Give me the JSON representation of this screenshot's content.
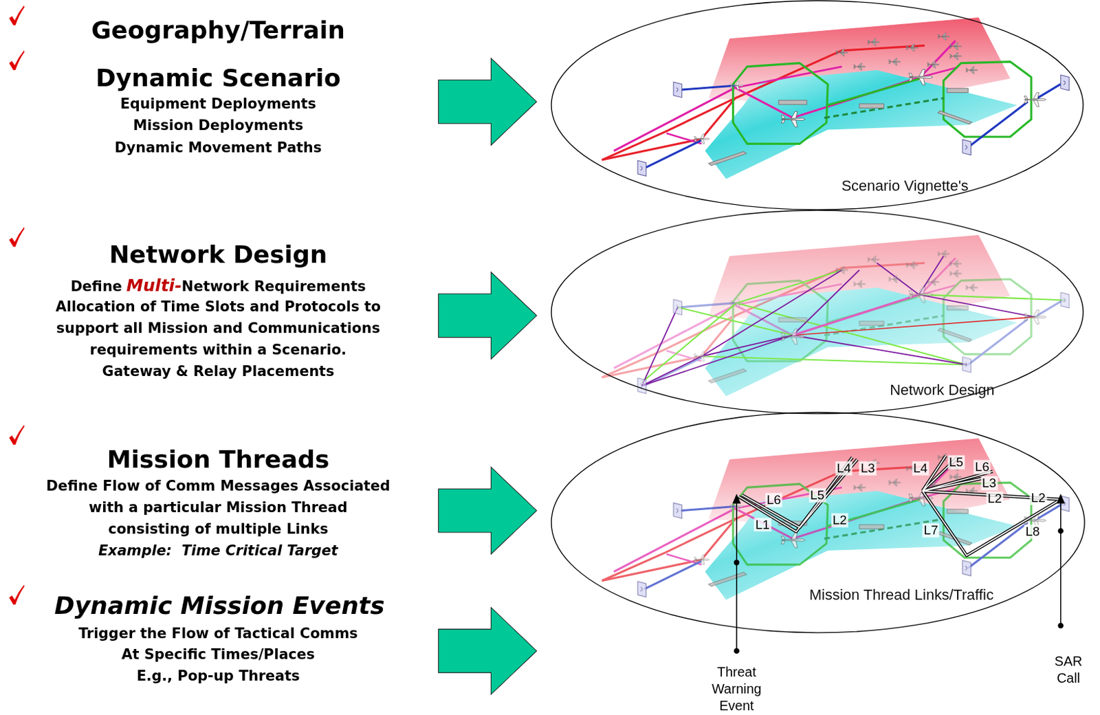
{
  "diagram": {
    "nodes": [
      {
        "text": [
          "Scenario Vignette's"
        ]
      },
      {
        "text": [
          "Network Design"
        ]
      },
      {
        "text": [
          "Mission Thread Links/Traffic"
        ]
      }
    ],
    "labels": [
      "Geography/Terrain",
      "Dynamic Scenario",
      "Equipment Deployments",
      "Mission Deployments",
      "Dynamic Movement Paths",
      "Network Design",
      "Define",
      "Multi-",
      "Network Requirements",
      "Allocation of Time Slots and Protocols to",
      "support all Mission and Communications",
      "requirements within a Scenario.",
      "Gateway & Relay Placements",
      "Mission Threads",
      "Define Flow of Comm Messages Associated",
      "with a particular Mission Thread",
      "consisting of multiple Links",
      "Example:  Time Critical Target",
      "Dynamic Mission Events",
      "Trigger the Flow of Tactical Comms",
      "At Specific Times/Places",
      "E.g., Pop-up Threats",
      "L4",
      "L3",
      "L6",
      "L5",
      "L1",
      "L2",
      "L4",
      "L5",
      "L6",
      "L3",
      "L2",
      "L2",
      "L7",
      "L8",
      "Threat Warning Event",
      "SAR Call"
    ]
  }
}
